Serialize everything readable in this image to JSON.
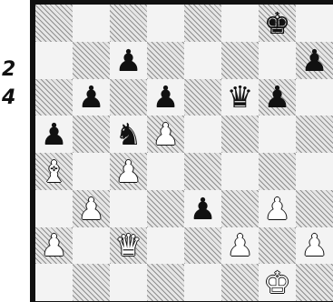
{
  "side_numbers": [
    "2",
    "4"
  ],
  "colors": {
    "light_square": "#f3f3f3",
    "dark_square": "#e6e6e6",
    "hatch": "#8f8f8f",
    "frame": "#111111"
  },
  "position": [
    {
      "square": "g8",
      "piece": "king",
      "color": "black",
      "glyph": "♚"
    },
    {
      "square": "c7",
      "piece": "pawn",
      "color": "black",
      "glyph": "♟"
    },
    {
      "square": "h7",
      "piece": "pawn",
      "color": "black",
      "glyph": "♟"
    },
    {
      "square": "b6",
      "piece": "pawn",
      "color": "black",
      "glyph": "♟"
    },
    {
      "square": "d6",
      "piece": "pawn",
      "color": "black",
      "glyph": "♟"
    },
    {
      "square": "f6",
      "piece": "queen",
      "color": "black",
      "glyph": "♛"
    },
    {
      "square": "g6",
      "piece": "pawn",
      "color": "black",
      "glyph": "♟"
    },
    {
      "square": "a5",
      "piece": "pawn",
      "color": "black",
      "glyph": "♟"
    },
    {
      "square": "c5",
      "piece": "knight",
      "color": "black",
      "glyph": "♞"
    },
    {
      "square": "d5",
      "piece": "pawn",
      "color": "white",
      "glyph": "♟"
    },
    {
      "square": "a4",
      "piece": "bishop",
      "color": "white",
      "glyph": "♝"
    },
    {
      "square": "c4",
      "piece": "pawn",
      "color": "white",
      "glyph": "♟"
    },
    {
      "square": "b3",
      "piece": "pawn",
      "color": "white",
      "glyph": "♟"
    },
    {
      "square": "e3",
      "piece": "pawn",
      "color": "black",
      "glyph": "♟"
    },
    {
      "square": "g3",
      "piece": "pawn",
      "color": "white",
      "glyph": "♟"
    },
    {
      "square": "a2",
      "piece": "pawn",
      "color": "white",
      "glyph": "♟"
    },
    {
      "square": "c2",
      "piece": "queen",
      "color": "white",
      "glyph": "♛"
    },
    {
      "square": "f2",
      "piece": "pawn",
      "color": "white",
      "glyph": "♟"
    },
    {
      "square": "h2",
      "piece": "pawn",
      "color": "white",
      "glyph": "♟"
    },
    {
      "square": "g1",
      "piece": "king",
      "color": "white",
      "glyph": "♚"
    }
  ]
}
